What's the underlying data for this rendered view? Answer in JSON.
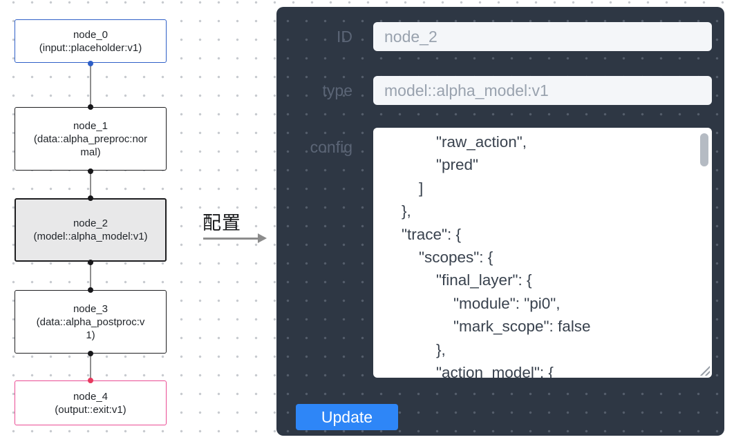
{
  "canvas": {
    "nodes": [
      {
        "title": "node_0",
        "subtitle": "(input::placeholder:v1)",
        "border_color": "#2e5fc7",
        "dot_color": "#2e5fc7",
        "selected": false
      },
      {
        "title": "node_1",
        "subtitle": "(data::alpha_preproc:normal)",
        "border_color": "#1d1d1f",
        "dot_color": "#17171a",
        "selected": false
      },
      {
        "title": "node_2",
        "subtitle": "(model::alpha_model:v1)",
        "border_color": "#1d1d1f",
        "dot_color": "#17171a",
        "selected": true,
        "selected_bg": "#e8e8e9"
      },
      {
        "title": "node_3",
        "subtitle": "(data::alpha_postproc:v1)",
        "border_color": "#1d1d1f",
        "dot_color": "#17171a",
        "selected": false
      },
      {
        "title": "node_4",
        "subtitle": "(output::exit:v1)",
        "border_color": "#ea4b93",
        "dot_color": "#e73a5e",
        "selected": false
      }
    ]
  },
  "transition": {
    "label": "配置",
    "arrow_color": "#8c8c8c"
  },
  "panel": {
    "bg_color": "#2e3744",
    "id_label": "ID",
    "id_value": "node_2",
    "type_label": "type",
    "type_value": "model::alpha_model:v1",
    "config_label": "config",
    "config_value": "            \"raw_action\",\n            \"pred\"\n        ]\n    },\n    \"trace\": {\n        \"scopes\": {\n            \"final_layer\": {\n                \"module\": \"pi0\",\n                \"mark_scope\": false\n            },\n            \"action_model\": {",
    "update_label": "Update",
    "update_bg_color": "#2e86f7"
  }
}
